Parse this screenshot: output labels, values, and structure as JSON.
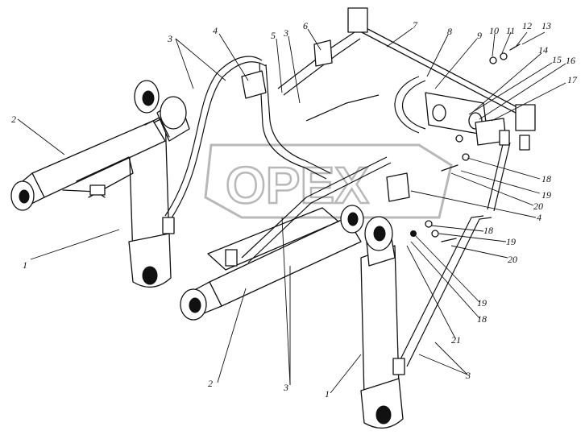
{
  "watermark": {
    "text": "ОРЕХ"
  },
  "labels": {
    "l1a": "1",
    "l1b": "1",
    "l2a": "2",
    "l2b": "2",
    "l3a": "3",
    "l3b": "3",
    "l3c": "3",
    "l3d": "3",
    "l4a": "4",
    "l4b": "4",
    "l5": "5",
    "l6": "6",
    "l7": "7",
    "l8": "8",
    "l9": "9",
    "l10": "10",
    "l11": "11",
    "l12": "12",
    "l13": "13",
    "l14": "14",
    "l15": "15",
    "l16": "16",
    "l17": "17",
    "l18a": "18",
    "l18b": "18",
    "l18c": "18",
    "l19a": "19",
    "l19b": "19",
    "l19c": "19",
    "l20a": "20",
    "l20b": "20",
    "l21": "21"
  }
}
